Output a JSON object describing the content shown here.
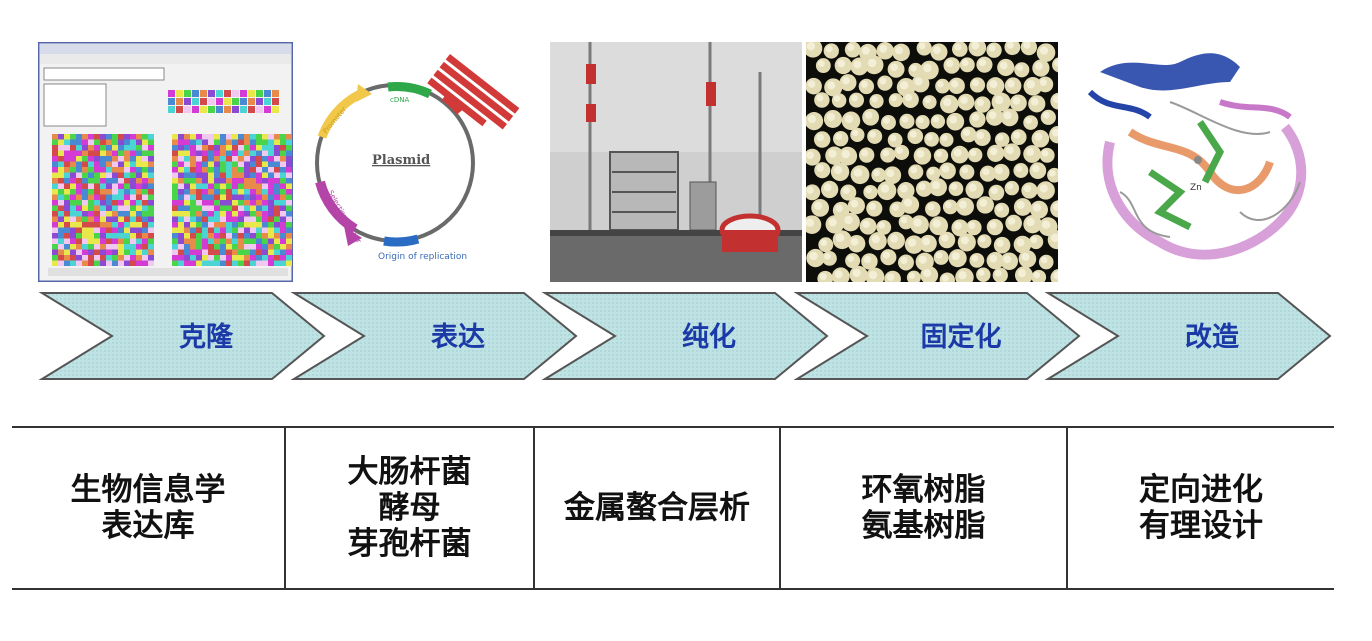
{
  "stages": [
    {
      "label": "克隆",
      "method_lines": [
        "生物信息学",
        "表达库"
      ],
      "image": "sequence-alignment-software"
    },
    {
      "label": "表达",
      "method_lines": [
        "大肠杆菌",
        "酵母",
        "芽孢杆菌"
      ],
      "image": "plasmid-map"
    },
    {
      "label": "纯化",
      "method_lines": [
        "金属螯合层析"
      ],
      "image": "chromatography-apparatus"
    },
    {
      "label": "固定化",
      "method_lines": [
        "环氧树脂",
        "氨基树脂"
      ],
      "image": "resin-beads"
    },
    {
      "label": "改造",
      "method_lines": [
        "定向进化",
        "有理设计"
      ],
      "image": "protein-structure"
    }
  ],
  "plasmid": {
    "title": "Plasmid",
    "origin_label": "Origin of replication",
    "cdna_label": "cDNA",
    "promoter_label": "Promoter",
    "marker_label": "Selection marker"
  },
  "protein": {
    "ion_label": "Zn"
  },
  "colors": {
    "arrow_fill": "#bfe3e4",
    "arrow_stroke": "#555555",
    "stage_text": "#1b3aa8",
    "table_border": "#333333"
  }
}
